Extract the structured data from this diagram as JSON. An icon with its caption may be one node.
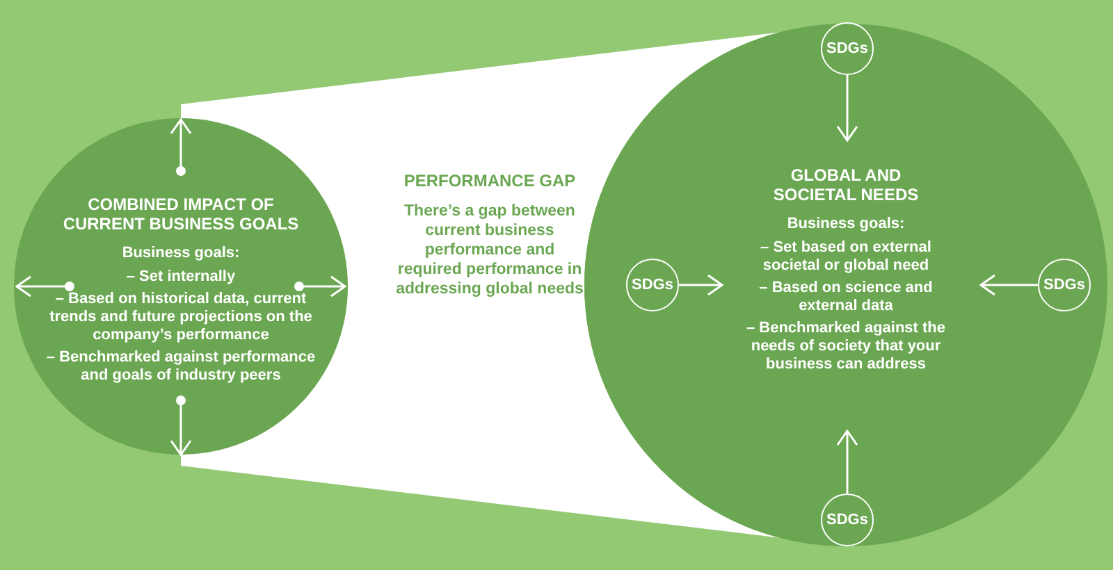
{
  "diagram": {
    "nodes": [
      {
        "text": [
          "COMBINED IMPACT OF CURRENT BUSINESS GOALS",
          "Business goals:",
          "– Set internally",
          "– Based on historical data, current trends and future projections on the company’s performance",
          "– Benchmarked against performance and goals of industry peers"
        ]
      },
      {
        "text": [
          "PERFORMANCE GAP",
          "There’s a gap between current business performance and required performance in addressing global needs"
        ]
      },
      {
        "text": [
          "GLOBAL AND SOCIETAL NEEDS",
          "Business goals:",
          "– Set based on external societal or global need",
          "– Based on science and external data",
          "– Benchmarked against the needs of society that your business can address"
        ]
      },
      {
        "text": [
          "SDGs"
        ],
        "in": 2
      },
      {
        "text": [
          "SDGs"
        ],
        "in": 2
      },
      {
        "text": [
          "SDGs"
        ],
        "in": 2
      },
      {
        "text": [
          "SDGs"
        ],
        "in": 2
      }
    ],
    "edges": [
      {
        "from": 0,
        "to": null,
        "arrow": "to"
      },
      {
        "from": 0,
        "to": null,
        "arrow": "to"
      },
      {
        "from": 0,
        "to": null,
        "arrow": "to"
      },
      {
        "from": 0,
        "to": null,
        "arrow": "to"
      },
      {
        "from": 3,
        "to": null,
        "arrow": "to"
      },
      {
        "from": 4,
        "to": null,
        "arrow": "to"
      },
      {
        "from": 5,
        "to": null,
        "arrow": "to"
      },
      {
        "from": 6,
        "to": null,
        "arrow": "to"
      }
    ]
  }
}
